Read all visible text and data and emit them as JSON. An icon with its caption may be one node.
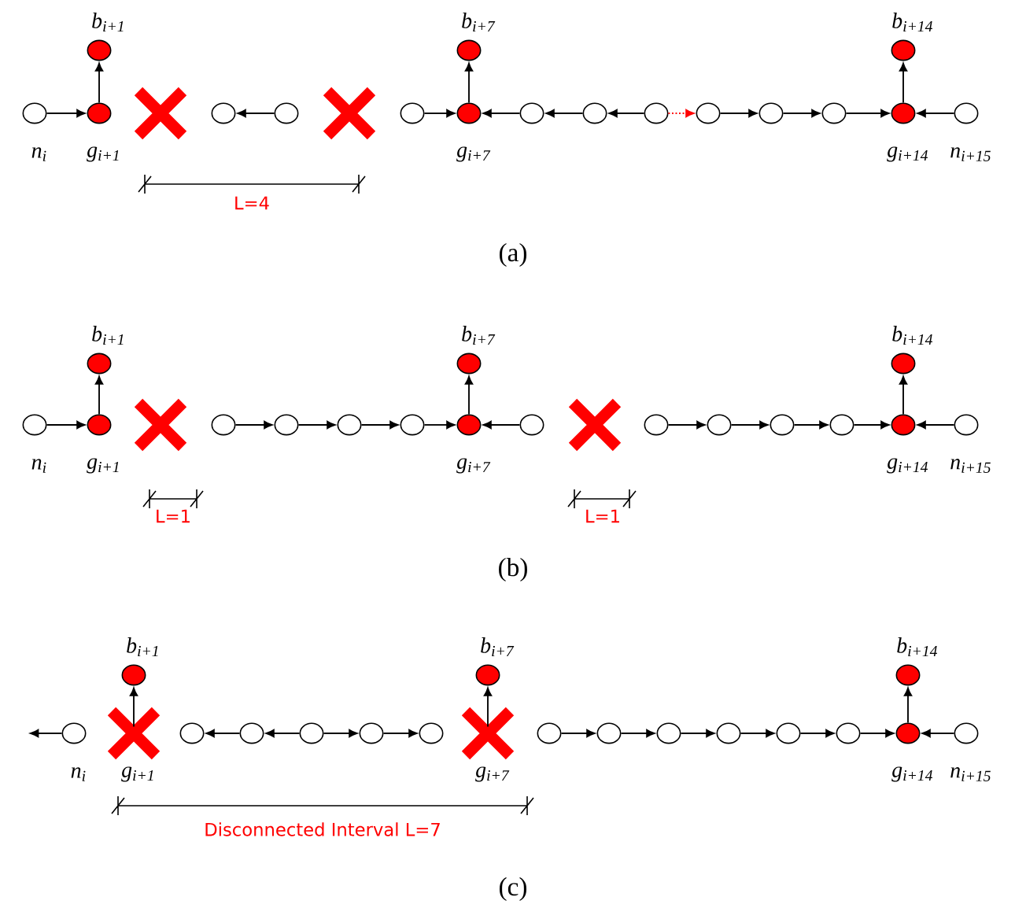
{
  "diagram": {
    "nodes": [
      {
        "text": [],
        "shape": "circle",
        "beside": [
          "n$_{i}$"
        ]
      },
      {
        "text": [],
        "shape": "circle",
        "beside": [
          "g$_{i+1}$"
        ]
      },
      {
        "text": [],
        "shape": "circle",
        "beside": [
          "b$_{i+1}$"
        ]
      },
      {
        "text": [],
        "shape": "circle"
      },
      {
        "text": [],
        "shape": "circle"
      },
      {
        "text": [],
        "shape": "circle"
      },
      {
        "text": [],
        "shape": "circle",
        "beside": [
          "g$_{i+7}$"
        ]
      },
      {
        "text": [],
        "shape": "circle",
        "beside": [
          "b$_{i+7}$"
        ]
      },
      {
        "text": [],
        "shape": "circle"
      },
      {
        "text": [],
        "shape": "circle"
      },
      {
        "text": [],
        "shape": "circle"
      },
      {
        "text": [],
        "shape": "circle"
      },
      {
        "text": [],
        "shape": "circle"
      },
      {
        "text": [],
        "shape": "circle"
      },
      {
        "text": [],
        "shape": "circle",
        "beside": [
          "g$_{i+14}$"
        ]
      },
      {
        "text": [],
        "shape": "circle",
        "beside": [
          "b$_{i+14}$"
        ]
      },
      {
        "text": [],
        "shape": "circle",
        "beside": [
          "n$_{i+15}$"
        ]
      },
      {
        "text": [],
        "shape": "circle",
        "beside": [
          "n$_{i}$"
        ]
      },
      {
        "text": [],
        "shape": "circle",
        "beside": [
          "g$_{i+1}$"
        ]
      },
      {
        "text": [],
        "shape": "circle",
        "beside": [
          "b$_{i+1}$"
        ]
      },
      {
        "text": [],
        "shape": "circle"
      },
      {
        "text": [],
        "shape": "circle"
      },
      {
        "text": [],
        "shape": "circle"
      },
      {
        "text": [],
        "shape": "circle"
      },
      {
        "text": [],
        "shape": "circle",
        "beside": [
          "g$_{i+7}$"
        ]
      },
      {
        "text": [],
        "shape": "circle",
        "beside": [
          "b$_{i+7}$"
        ]
      },
      {
        "text": [],
        "shape": "circle"
      },
      {
        "text": [],
        "shape": "circle"
      },
      {
        "text": [],
        "shape": "circle"
      },
      {
        "text": [],
        "shape": "circle"
      },
      {
        "text": [],
        "shape": "circle"
      },
      {
        "text": [],
        "shape": "circle",
        "beside": [
          "g$_{i+14}$"
        ]
      },
      {
        "text": [],
        "shape": "circle",
        "beside": [
          "b$_{i+14}$"
        ]
      },
      {
        "text": [],
        "shape": "circle",
        "beside": [
          "n$_{i+15}$"
        ]
      },
      {
        "text": [],
        "shape": "circle",
        "beside": [
          "n$_{i}$"
        ]
      },
      {
        "text": [],
        "shape": "cross",
        "beside": [
          "g$_{i+1}$"
        ]
      },
      {
        "text": [],
        "shape": "circle",
        "beside": [
          "b$_{i+1}$"
        ]
      },
      {
        "text": [],
        "shape": "circle"
      },
      {
        "text": [],
        "shape": "circle"
      },
      {
        "text": [],
        "shape": "circle"
      },
      {
        "text": [],
        "shape": "circle"
      },
      {
        "text": [],
        "shape": "circle"
      },
      {
        "text": [],
        "shape": "cross",
        "beside": [
          "g$_{i+7}$"
        ]
      },
      {
        "text": [],
        "shape": "circle",
        "beside": [
          "b$_{i+7}$"
        ]
      },
      {
        "text": [],
        "shape": "circle"
      },
      {
        "text": [],
        "shape": "circle"
      },
      {
        "text": [],
        "shape": "circle"
      },
      {
        "text": [],
        "shape": "circle"
      },
      {
        "text": [],
        "shape": "circle"
      },
      {
        "text": [],
        "shape": "circle"
      },
      {
        "text": [],
        "shape": "circle",
        "beside": [
          "g$_{i+14}$"
        ]
      },
      {
        "text": [],
        "shape": "circle",
        "beside": [
          "b$_{i+14}$"
        ]
      },
      {
        "text": [],
        "shape": "circle",
        "beside": [
          "n$_{i+15}$"
        ]
      }
    ],
    "edges": [
      {
        "from": 0,
        "to": 1,
        "arrow": "to"
      },
      {
        "from": 1,
        "to": 2,
        "arrow": "to"
      },
      {
        "from": 4,
        "to": 3,
        "arrow": "to"
      },
      {
        "from": 5,
        "to": 6,
        "arrow": "to"
      },
      {
        "from": 6,
        "to": 7,
        "arrow": "to"
      },
      {
        "from": 8,
        "to": 6,
        "arrow": "to"
      },
      {
        "from": 9,
        "to": 8,
        "arrow": "to"
      },
      {
        "from": 10,
        "to": 9,
        "arrow": "to"
      },
      {
        "from": 10,
        "to": 11,
        "arrow": "to",
        "style": "dashed",
        "color": "#ff0000"
      },
      {
        "from": 11,
        "to": 12,
        "arrow": "to"
      },
      {
        "from": 12,
        "to": 13,
        "arrow": "to"
      },
      {
        "from": 13,
        "to": 14,
        "arrow": "to"
      },
      {
        "from": 16,
        "to": 14,
        "arrow": "to"
      },
      {
        "from": 14,
        "to": 15,
        "arrow": "to"
      },
      {
        "from": 17,
        "to": 18,
        "arrow": "to"
      },
      {
        "from": 18,
        "to": 19,
        "arrow": "to"
      },
      {
        "from": 20,
        "to": 21,
        "arrow": "to"
      },
      {
        "from": 21,
        "to": 22,
        "arrow": "to"
      },
      {
        "from": 22,
        "to": 23,
        "arrow": "to"
      },
      {
        "from": 23,
        "to": 24,
        "arrow": "to"
      },
      {
        "from": 24,
        "to": 25,
        "arrow": "to"
      },
      {
        "from": 26,
        "to": 24,
        "arrow": "to"
      },
      {
        "from": 27,
        "to": 28,
        "arrow": "to"
      },
      {
        "from": 28,
        "to": 29,
        "arrow": "to"
      },
      {
        "from": 29,
        "to": 30,
        "arrow": "to"
      },
      {
        "from": 30,
        "to": 31,
        "arrow": "to"
      },
      {
        "from": 33,
        "to": 31,
        "arrow": "to"
      },
      {
        "from": 31,
        "to": 32,
        "arrow": "to"
      },
      {
        "from": 34,
        "to": null,
        "arrow": "to"
      },
      {
        "from": 35,
        "to": 36,
        "arrow": "to"
      },
      {
        "from": 38,
        "to": 37,
        "arrow": "to"
      },
      {
        "from": 39,
        "to": 38,
        "arrow": "to"
      },
      {
        "from": 39,
        "to": 40,
        "arrow": "to"
      },
      {
        "from": 40,
        "to": 41,
        "arrow": "to"
      },
      {
        "from": 42,
        "to": 43,
        "arrow": "to"
      },
      {
        "from": 44,
        "to": 45,
        "arrow": "to"
      },
      {
        "from": 45,
        "to": 46,
        "arrow": "to"
      },
      {
        "from": 46,
        "to": 47,
        "arrow": "to"
      },
      {
        "from": 47,
        "to": 48,
        "arrow": "to"
      },
      {
        "from": 48,
        "to": 49,
        "arrow": "to"
      },
      {
        "from": 49,
        "to": 50,
        "arrow": "to"
      },
      {
        "from": 52,
        "to": 50,
        "arrow": "to"
      },
      {
        "from": 50,
        "to": 51,
        "arrow": "to"
      }
    ],
    "labels": [
      "L=4",
      "(a)",
      "L=1",
      "L=1",
      "(b)",
      "Disconnected Interval L=7",
      "(c)"
    ]
  }
}
